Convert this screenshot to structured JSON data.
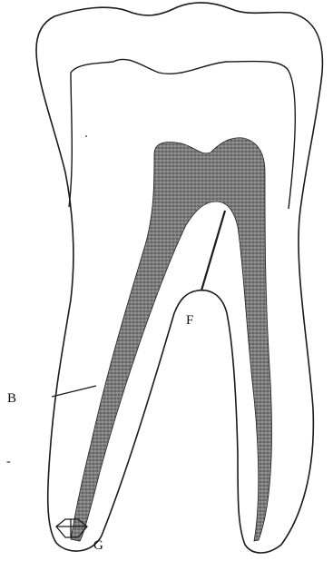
{
  "labels": {
    "b": "B",
    "f": "F",
    "g": "G",
    "dash": "-"
  },
  "colors": {
    "outline": "#1a1a1a",
    "pulp_fill": "#6b6b6b",
    "background": "#ffffff"
  }
}
